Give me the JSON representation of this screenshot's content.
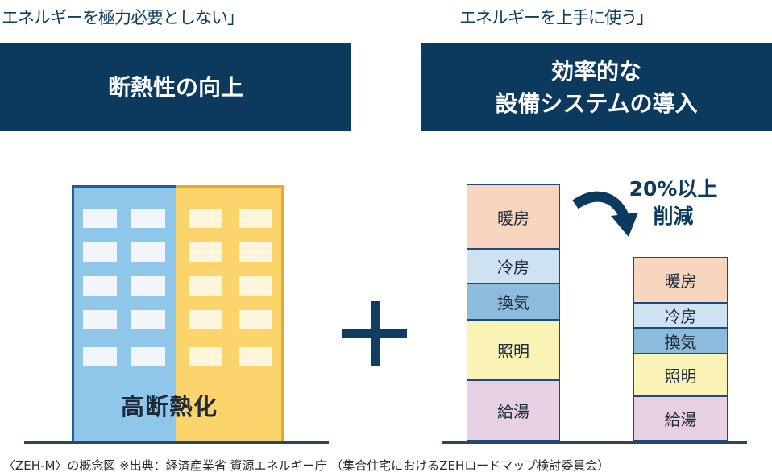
{
  "left": {
    "heading": "エネルギーを極力必要としない」",
    "banner": "断熱性の向上",
    "building_label": "高断熱化"
  },
  "right": {
    "heading": "エネルギーを上手に使う」",
    "banner_line1": "効率的な",
    "banner_line2": "設備システムの導入",
    "reduction_line1": "20%以上",
    "reduction_line2": "削減"
  },
  "before_bar": [
    "暖房",
    "冷房",
    "換気",
    "照明",
    "給湯"
  ],
  "after_bar": [
    "暖房",
    "冷房",
    "換気",
    "照明",
    "給湯"
  ],
  "caption": "〈ZEH-M〉の概念図 ※出典：経済産業省 資源エネルギー庁 （集合住宅におけるZEHロードマップ検討委員会）",
  "colors": {
    "navy": "#0b3a5e",
    "building_blue": "#8ec7ea",
    "building_yellow": "#fbd56b",
    "heating": "#f7d5bf",
    "cooling": "#cfe2f1",
    "ventilation": "#8cbbdc",
    "lighting": "#fbf3b6",
    "hot_water": "#e6d0e2"
  }
}
